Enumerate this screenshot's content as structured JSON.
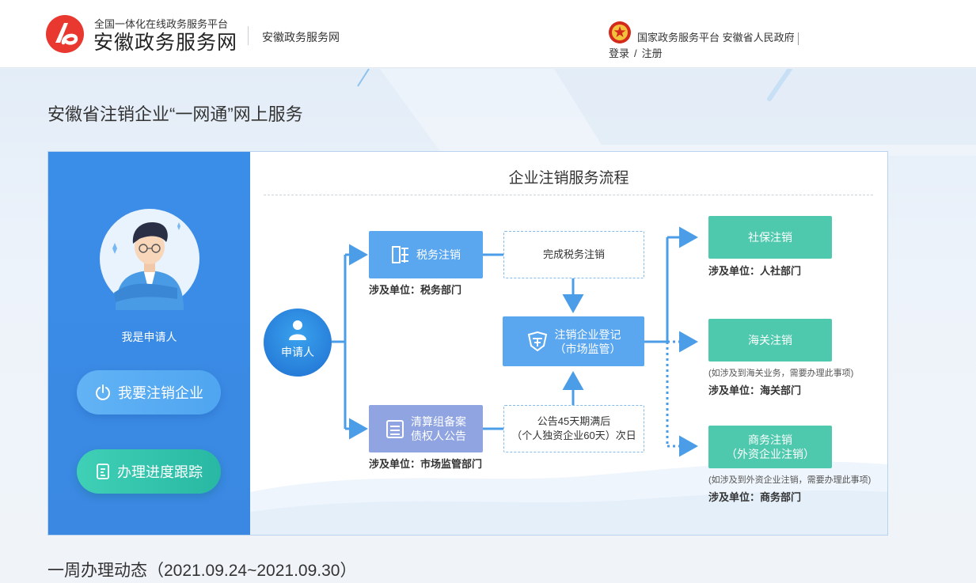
{
  "header": {
    "logo_small": "全国一体化在线政务服务平台",
    "logo_big": "安徽政务服务网",
    "sub_site": "安徽政务服务网",
    "right_links": "国家政务服务平台 安徽省人民政府",
    "login": "登录",
    "slash": "/",
    "register": "注册",
    "logo_color": "#e8382f",
    "emblem_color": "#d42a1c"
  },
  "page_title": "安徽省注销企业“一网通”网上服务",
  "left_panel": {
    "applicant_label": "我是申请人",
    "btn_cancel": "我要注销企业",
    "btn_track": "办理进度跟踪"
  },
  "flow": {
    "title": "企业注销服务流程",
    "applicant": "申请人",
    "tax_box": "税务注销",
    "tax_unit": "涉及单位：税务部门",
    "tax_done": "完成税务注销",
    "liquidation_line1": "清算组备案",
    "liquidation_line2": "债权人公告",
    "liquidation_unit": "涉及单位：市场监管部门",
    "announce_line1": "公告45天期满后",
    "announce_line2": "（个人独资企业60天）次日",
    "registry_line1": "注销企业登记",
    "registry_line2": "（市场监管）",
    "social_box": "社保注销",
    "social_unit": "涉及单位：人社部门",
    "customs_box": "海关注销",
    "customs_note": "(如涉及到海关业务，需要办理此事项)",
    "customs_unit": "涉及单位：海关部门",
    "commerce_line1": "商务注销",
    "commerce_line2": "（外资企业注销）",
    "commerce_note": "(如涉及到外资企业注销，需要办理此事项)",
    "commerce_unit": "涉及单位：商务部门"
  },
  "weekly_title": "一周办理动态（2021.09.24~2021.09.30）",
  "colors": {
    "left_panel": "#3b8ee8",
    "flow_blue": "#5aa7ef",
    "flow_purple": "#8fa4e0",
    "flow_teal": "#4ec9ae",
    "arrow": "#4b9de8"
  }
}
